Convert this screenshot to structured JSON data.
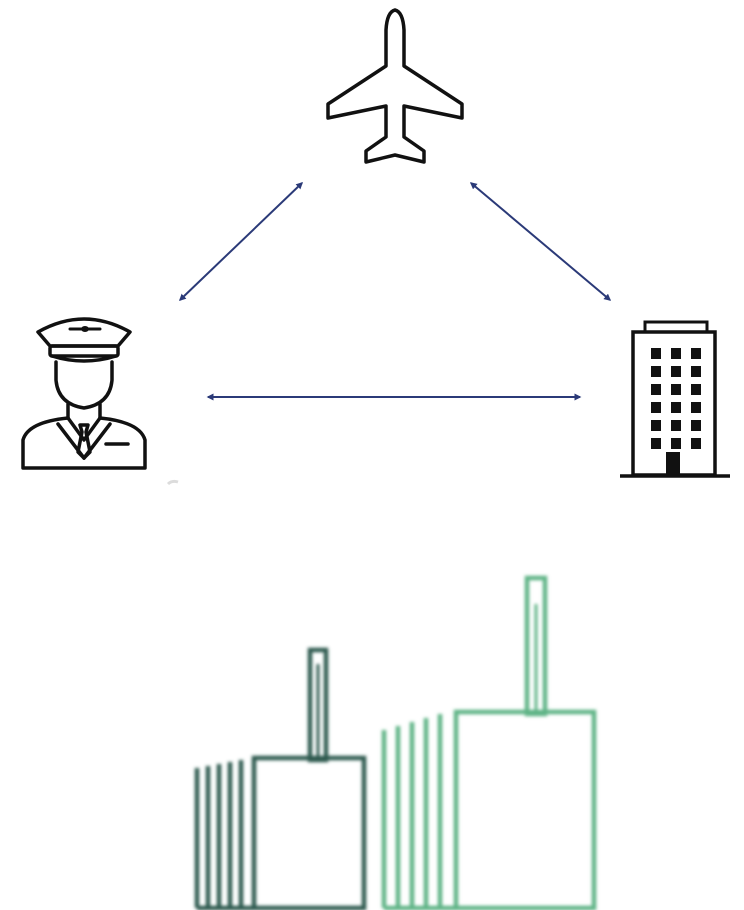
{
  "diagram": {
    "nodes": [
      {
        "id": "airplane",
        "icon": "airplane-icon"
      },
      {
        "id": "pilot",
        "icon": "pilot-icon"
      },
      {
        "id": "building",
        "icon": "office-building-icon"
      }
    ],
    "connections": [
      {
        "from": "pilot",
        "to": "airplane",
        "style": "double-arrow"
      },
      {
        "from": "airplane",
        "to": "building",
        "style": "double-arrow"
      },
      {
        "from": "pilot",
        "to": "building",
        "style": "double-arrow"
      }
    ],
    "arrow_color": "#2b3a78"
  },
  "logo": {
    "icon": "factory-logo-icon",
    "colors": [
      "#2f5a4f",
      "#5fb486"
    ]
  }
}
